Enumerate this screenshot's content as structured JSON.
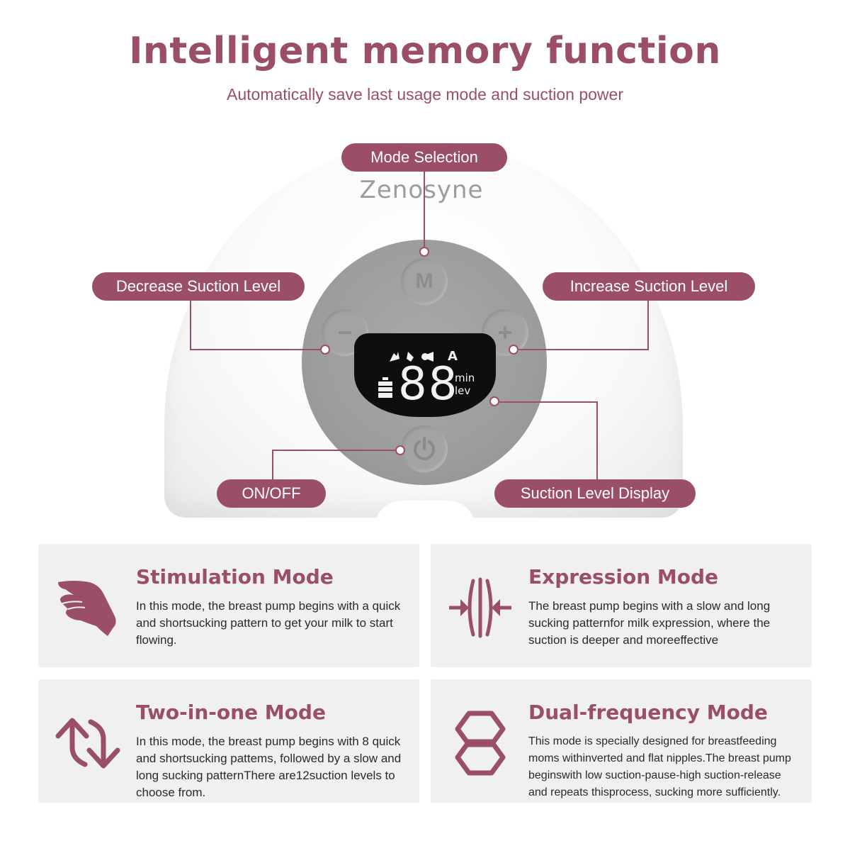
{
  "header": {
    "title": "Intelligent memory function",
    "subtitle": "Automatically save last usage mode and suction power"
  },
  "device": {
    "brand": "Zenosyne",
    "buttons": {
      "mode": "M",
      "minus": "−",
      "plus": "+",
      "power_icon": "power-icon"
    },
    "display": {
      "digits": "88",
      "unit_min": "min",
      "unit_lev": "lev",
      "mode_letter": "A"
    }
  },
  "callouts": {
    "mode_selection": "Mode Selection",
    "decrease": "Decrease Suction Level",
    "increase": "Increase Suction Level",
    "onoff": "ON/OFF",
    "display": "Suction Level Display"
  },
  "modes": [
    {
      "title": "Stimulation Mode",
      "text": "In this mode, the breast pump begins with a quick and shortsucking pattern to get your milk to start flowing.",
      "icon": "hand-icon"
    },
    {
      "title": "Expression Mode",
      "text": "The breast pump begins with a slow and long sucking patternfor milk expression, where the suction is deeper and moreeffective",
      "icon": "compress-arrows-icon"
    },
    {
      "title": "Two-in-one Mode",
      "text": "In this mode, the breast pump begins with 8 quick and shortsucking pattems, followed by a slow and long sucking patternThere are12suction levels to choose from.",
      "icon": "swap-arrows-icon"
    },
    {
      "title": "Dual-frequency Mode",
      "text": "This mode is specially designed for breastfeeding moms withinverted and flat nipples.The breast pump beginswith low suction-pause-high suction-release and repeats thisprocess, sucking more sufficiently.",
      "icon": "linked-hexagons-icon"
    }
  ],
  "colors": {
    "accent": "#9a4e68",
    "card_bg": "#f0f0f0"
  }
}
